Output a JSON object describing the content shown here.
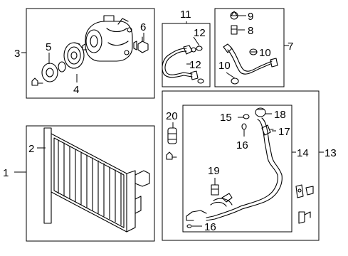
{
  "callouts": {
    "c1": "1",
    "c2": "2",
    "c3": "3",
    "c4": "4",
    "c5": "5",
    "c6": "6",
    "c7": "7",
    "c8": "8",
    "c9": "9",
    "c10a": "10",
    "c10b": "10",
    "c11": "11",
    "c12a": "12",
    "c12b": "12",
    "c13": "13",
    "c14": "14",
    "c15": "15",
    "c16a": "16",
    "c16b": "16",
    "c17": "17",
    "c18": "18",
    "c19": "19",
    "c20": "20"
  }
}
